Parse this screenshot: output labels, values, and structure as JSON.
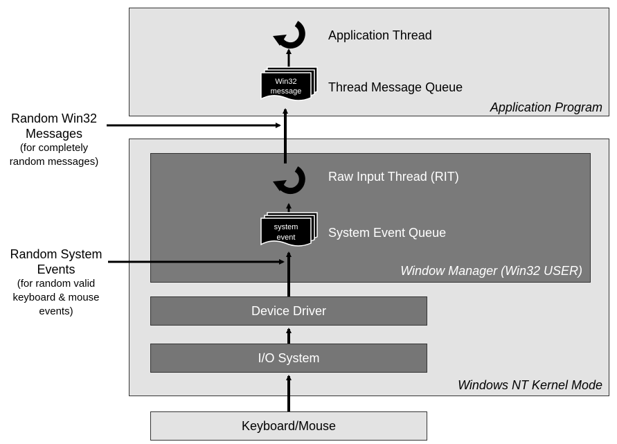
{
  "app_program": {
    "title": "Application Program",
    "app_thread_label": "Application Thread",
    "queue_label": "Thread Message Queue",
    "doc_line1": "Win32",
    "doc_line2": "message"
  },
  "kernel": {
    "title": "Windows NT Kernel Mode",
    "window_manager": {
      "title": "Window Manager (Win32 USER)",
      "rit_label": "Raw Input Thread (RIT)",
      "queue_label": "System Event Queue",
      "doc_line1": "system",
      "doc_line2": "event"
    },
    "device_driver": "Device Driver",
    "io_system": "I/O System"
  },
  "input_device": "Keyboard/Mouse",
  "left_labels": {
    "win32": {
      "line1": "Random Win32",
      "line2": "Messages",
      "line3": "(for completely",
      "line4": "random messages)"
    },
    "system": {
      "line1": "Random System",
      "line2": "Events",
      "line3": "(for random valid",
      "line4": "keyboard & mouse",
      "line5": "events)"
    }
  },
  "colors": {
    "light_box": "#e3e3e3",
    "dark_box": "#7a7a7a",
    "arrow": "#000000"
  }
}
